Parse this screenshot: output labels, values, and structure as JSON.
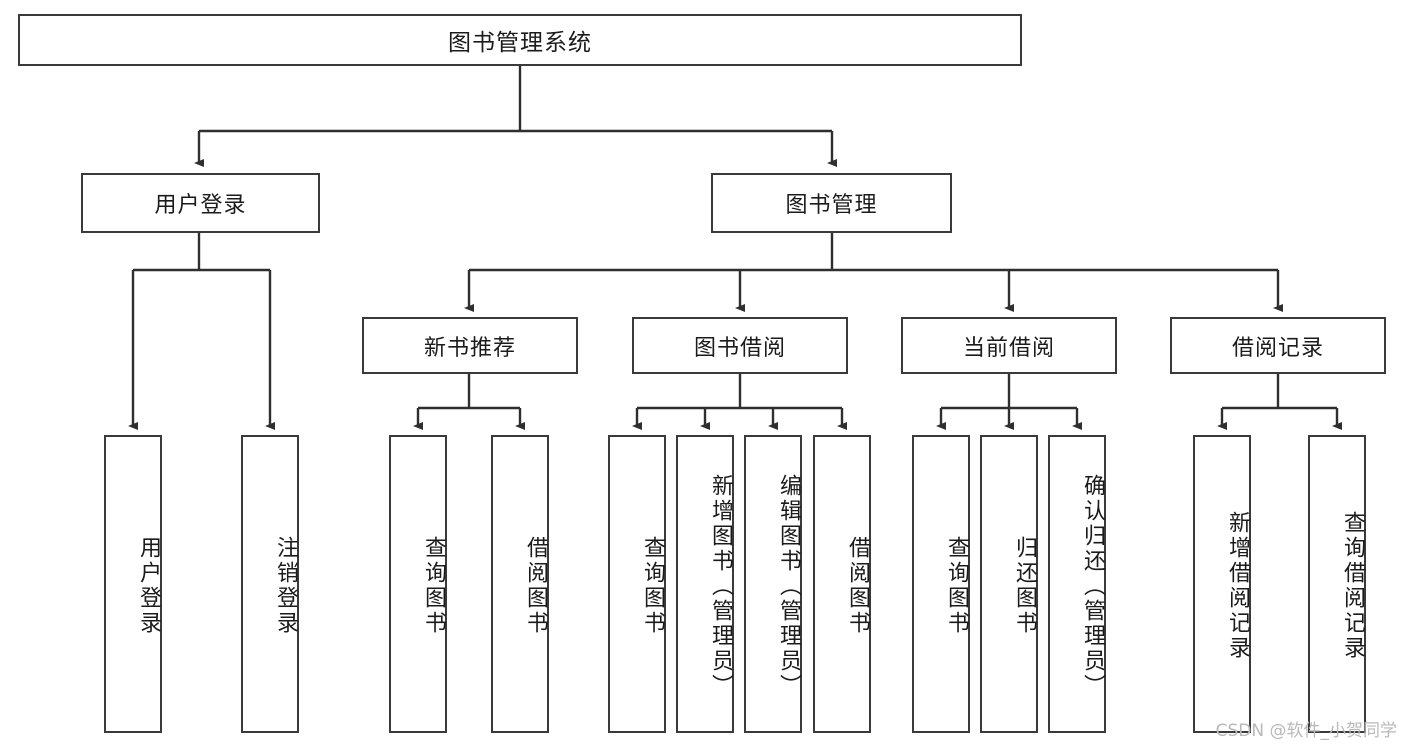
{
  "diagram": {
    "title": "图书管理系统",
    "type": "hierarchy-tree",
    "root": {
      "id": "root",
      "label": "图书管理系统"
    },
    "level2": [
      {
        "id": "user-login",
        "label": "用户登录"
      },
      {
        "id": "book-manage",
        "label": "图书管理"
      }
    ],
    "level3": [
      {
        "id": "new-book-rec",
        "label": "新书推荐",
        "parent": "book-manage"
      },
      {
        "id": "book-borrow",
        "label": "图书借阅",
        "parent": "book-manage"
      },
      {
        "id": "current-borrow",
        "label": "当前借阅",
        "parent": "book-manage"
      },
      {
        "id": "borrow-record",
        "label": "借阅记录",
        "parent": "book-manage"
      }
    ],
    "leaves": {
      "user-login": [
        {
          "id": "leaf-user-login",
          "label": "用户登录"
        },
        {
          "id": "leaf-logout",
          "label": "注销登录"
        }
      ],
      "new-book-rec": [
        {
          "id": "leaf-query-book-1",
          "label": "查询图书"
        },
        {
          "id": "leaf-borrow-book-1",
          "label": "借阅图书"
        }
      ],
      "book-borrow": [
        {
          "id": "leaf-query-book-2",
          "label": "查询图书"
        },
        {
          "id": "leaf-add-book",
          "label": "新增图书（管理员）"
        },
        {
          "id": "leaf-edit-book",
          "label": "编辑图书（管理员）"
        },
        {
          "id": "leaf-borrow-book-2",
          "label": "借阅图书"
        }
      ],
      "current-borrow": [
        {
          "id": "leaf-query-book-3",
          "label": "查询图书"
        },
        {
          "id": "leaf-return-book",
          "label": "归还图书"
        },
        {
          "id": "leaf-confirm-return",
          "label": "确认归还（管理员）"
        }
      ],
      "borrow-record": [
        {
          "id": "leaf-add-record",
          "label": "新增借阅记录"
        },
        {
          "id": "leaf-query-record",
          "label": "查询借阅记录"
        }
      ]
    }
  },
  "watermark": {
    "text": "CSDN @软件_小贺同学"
  },
  "colors": {
    "stroke": "#3a3a3a",
    "fill": "#ffffff",
    "text": "#1b1b1b",
    "watermark": "#b9b9b9"
  }
}
